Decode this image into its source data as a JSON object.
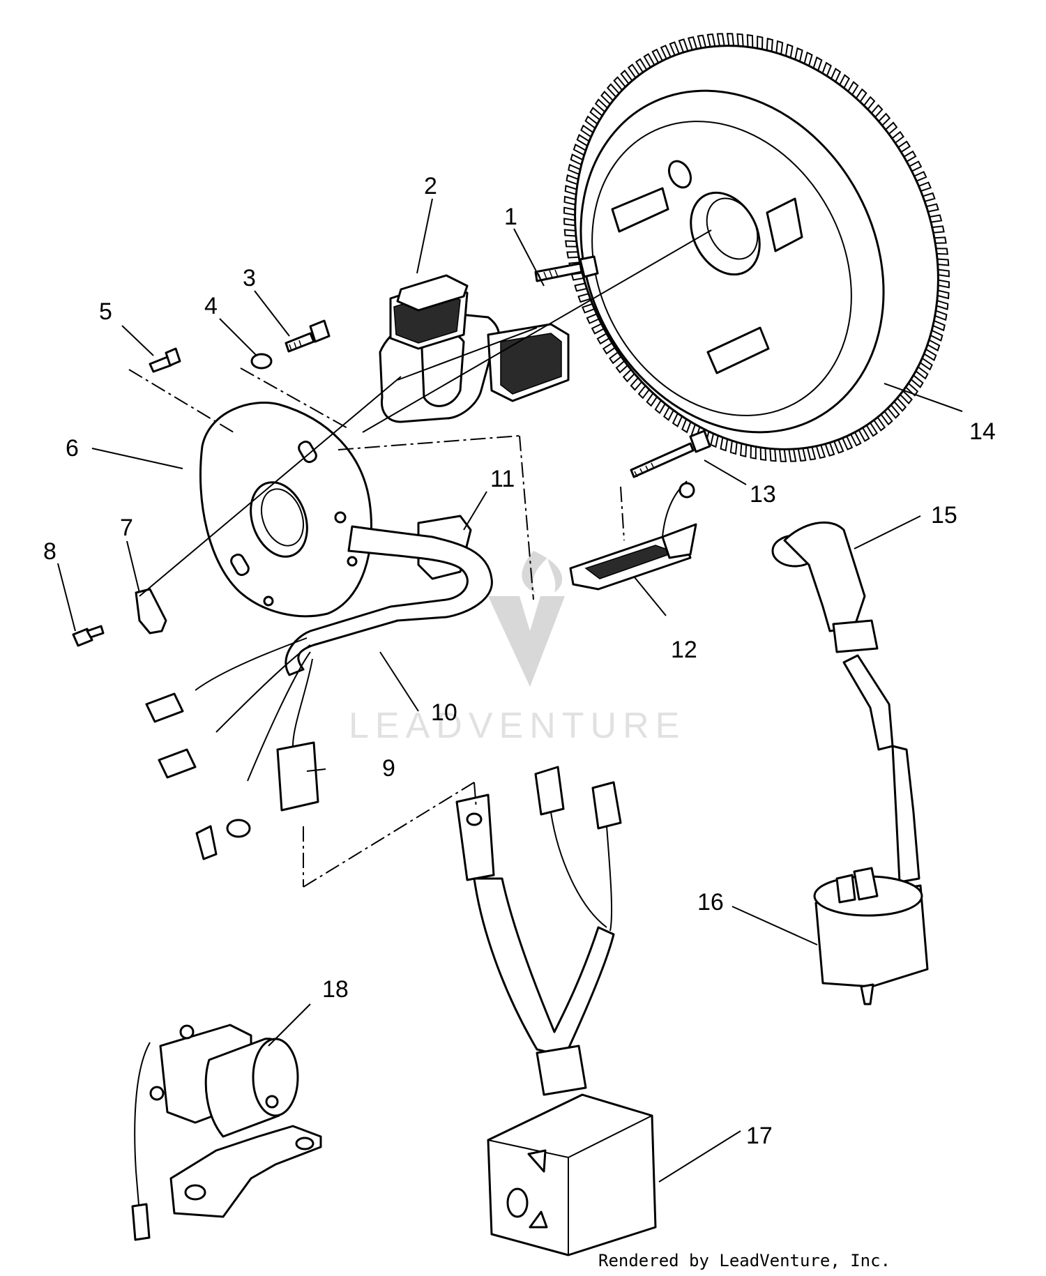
{
  "callouts": [
    {
      "id": "1",
      "label": "1"
    },
    {
      "id": "2",
      "label": "2"
    },
    {
      "id": "3",
      "label": "3"
    },
    {
      "id": "4",
      "label": "4"
    },
    {
      "id": "5",
      "label": "5"
    },
    {
      "id": "6",
      "label": "6"
    },
    {
      "id": "7",
      "label": "7"
    },
    {
      "id": "8",
      "label": "8"
    },
    {
      "id": "9",
      "label": "9"
    },
    {
      "id": "10",
      "label": "10"
    },
    {
      "id": "11",
      "label": "11"
    },
    {
      "id": "12",
      "label": "12"
    },
    {
      "id": "13",
      "label": "13"
    },
    {
      "id": "14",
      "label": "14"
    },
    {
      "id": "15",
      "label": "15"
    },
    {
      "id": "16",
      "label": "16"
    },
    {
      "id": "17",
      "label": "17"
    },
    {
      "id": "18",
      "label": "18"
    }
  ],
  "watermark": {
    "text": "LEADVENTURE"
  },
  "credit": "Rendered by LeadVenture, Inc.",
  "colors": {
    "line": "#000000",
    "background": "#ffffff",
    "watermark": "#e1e1e1"
  }
}
